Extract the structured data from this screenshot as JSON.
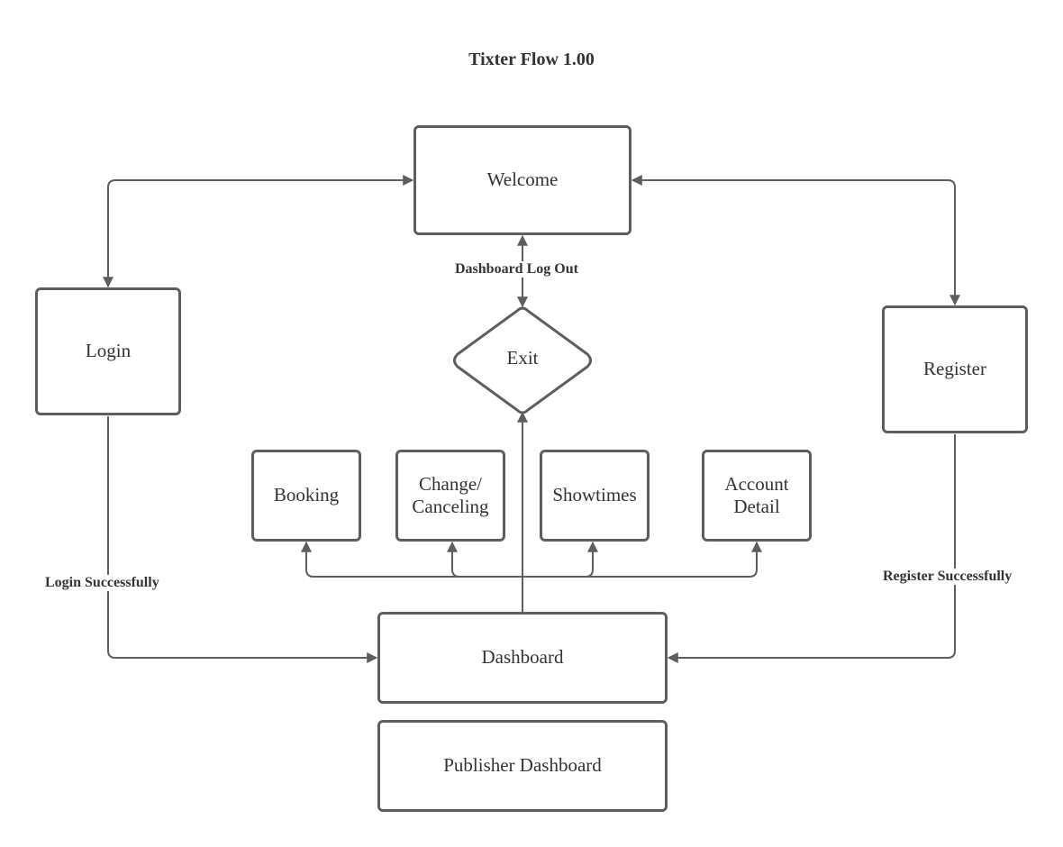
{
  "diagram": {
    "title": "Tixter Flow 1.00",
    "nodes": {
      "welcome": "Welcome",
      "login": "Login",
      "register": "Register",
      "exit": "Exit",
      "booking": "Booking",
      "change": "Change/\nCanceling",
      "showtimes": "Showtimes",
      "account": "Account\nDetail",
      "dashboard": "Dashboard",
      "publisher": "Publisher Dashboard"
    },
    "edge_labels": {
      "logout": "Dashboard Log Out",
      "login_success": "Login Successfully",
      "register_success": "Register Successfully"
    },
    "colors": {
      "stroke": "#5e5e5e",
      "text": "#333333"
    }
  }
}
